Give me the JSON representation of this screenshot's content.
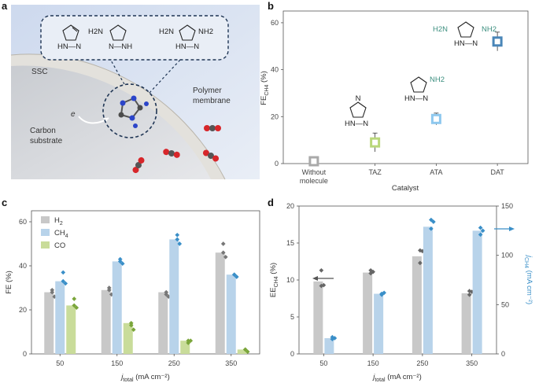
{
  "panels": {
    "a": "a",
    "b": "b",
    "c": "c",
    "d": "d"
  },
  "illustration": {
    "ssc_label": "SSC",
    "polymer_label_1": "Polymer",
    "polymer_label_2": "membrane",
    "carbon_label_1": "Carbon",
    "carbon_label_2": "substrate",
    "electron_label": "e",
    "molecules": [
      {
        "nh": "N—N",
        "nh_label": "HN—N"
      },
      {
        "amine1": "H2N",
        "nh_label": "N—NH"
      },
      {
        "amine1": "H2N",
        "amine2": "NH2",
        "nh_label": "HN—N"
      }
    ]
  },
  "chart_data": [
    {
      "id": "b",
      "type": "scatter",
      "title": "",
      "ylabel": "FE",
      "ylabel_sub": "CH4",
      "ylabel_unit": "(%)",
      "xlabel": "Catalyst",
      "categories": [
        "Without molecule",
        "TAZ",
        "ATA",
        "DAT"
      ],
      "category_lines": [
        [
          "Without",
          "molecule"
        ],
        [
          "TAZ"
        ],
        [
          "ATA"
        ],
        [
          "DAT"
        ]
      ],
      "values": [
        1,
        9,
        19,
        52
      ],
      "errors": [
        1.5,
        4,
        2.5,
        4
      ],
      "colors": [
        "#a9a9a9",
        "#b9d77a",
        "#8ec8ee",
        "#4a86b8"
      ],
      "ylim": [
        0,
        65
      ],
      "yticks": [
        0,
        20,
        40,
        60
      ],
      "annotations": {
        "taz_nh": "N",
        "ata_nh2": "NH2",
        "dat_h2n": "H2N",
        "dat_nh2": "NH2",
        "nh": "HN—N"
      }
    },
    {
      "id": "c",
      "type": "bar",
      "title": "",
      "ylabel": "FE (%)",
      "xlabel": "j",
      "xlabel_sub": "total",
      "xlabel_unit": "(mA cm⁻²)",
      "categories": [
        "50",
        "150",
        "250",
        "350"
      ],
      "ylim": [
        0,
        65
      ],
      "yticks": [
        0,
        20,
        40,
        60
      ],
      "legend_position": "top-left",
      "series": [
        {
          "name": "H",
          "name_sub": "2",
          "color": "#c8c8c8",
          "dot": "#777777",
          "values": [
            28,
            29,
            28,
            46
          ],
          "points": [
            [
              28,
              26,
              29
            ],
            [
              29,
              27,
              30
            ],
            [
              28,
              26,
              27
            ],
            [
              46,
              44,
              50
            ]
          ]
        },
        {
          "name": "CH",
          "name_sub": "4",
          "color": "#b8d3ea",
          "dot": "#3a8fc8",
          "values": [
            33,
            42,
            52,
            36
          ],
          "points": [
            [
              33,
              32,
              37
            ],
            [
              42,
              41,
              43
            ],
            [
              52,
              50,
              54
            ],
            [
              36,
              35,
              36
            ]
          ]
        },
        {
          "name": "CO",
          "name_sub": "",
          "color": "#c9dc9a",
          "dot": "#7aa53a",
          "values": [
            22,
            14,
            6,
            2
          ],
          "points": [
            [
              22,
              21,
              25
            ],
            [
              14,
              11,
              13
            ],
            [
              5,
              6,
              6
            ],
            [
              2,
              1,
              2
            ]
          ]
        }
      ]
    },
    {
      "id": "d",
      "type": "bar",
      "title": "",
      "ylabel_left": "EE",
      "ylabel_left_sub": "CH4",
      "ylabel_left_unit": "(%)",
      "ylabel_right": "j",
      "ylabel_right_sub": "CH4",
      "ylabel_right_unit": "(mA cm⁻²)",
      "xlabel": "j",
      "xlabel_sub": "total",
      "xlabel_unit": "(mA cm⁻²)",
      "categories": [
        "50",
        "150",
        "250",
        "350"
      ],
      "ylim_left": [
        0,
        20
      ],
      "yticks_left": [
        0,
        5,
        10,
        15,
        20
      ],
      "ylim_right": [
        0,
        150
      ],
      "yticks_right": [
        0,
        50,
        100,
        150
      ],
      "series": [
        {
          "name": "EE CH4",
          "axis": "left",
          "color": "#c8c8c8",
          "dot": "#666666",
          "values": [
            9.8,
            11,
            13.2,
            8.2
          ],
          "points": [
            [
              9.2,
              9.3,
              11.3
            ],
            [
              10.9,
              11.1,
              11.3
            ],
            [
              12.3,
              13.9,
              14.0
            ],
            [
              8.0,
              8.4,
              8.5
            ]
          ]
        },
        {
          "name": "j CH4",
          "axis": "right",
          "color": "#b8d3ea",
          "dot": "#3a8fc8",
          "values": [
            16,
            61,
            129,
            125
          ],
          "points": [
            [
              15,
              16,
              17
            ],
            [
              60,
              62,
              61
            ],
            [
              127,
              134,
              136
            ],
            [
              121,
              125,
              128
            ]
          ]
        }
      ]
    }
  ]
}
